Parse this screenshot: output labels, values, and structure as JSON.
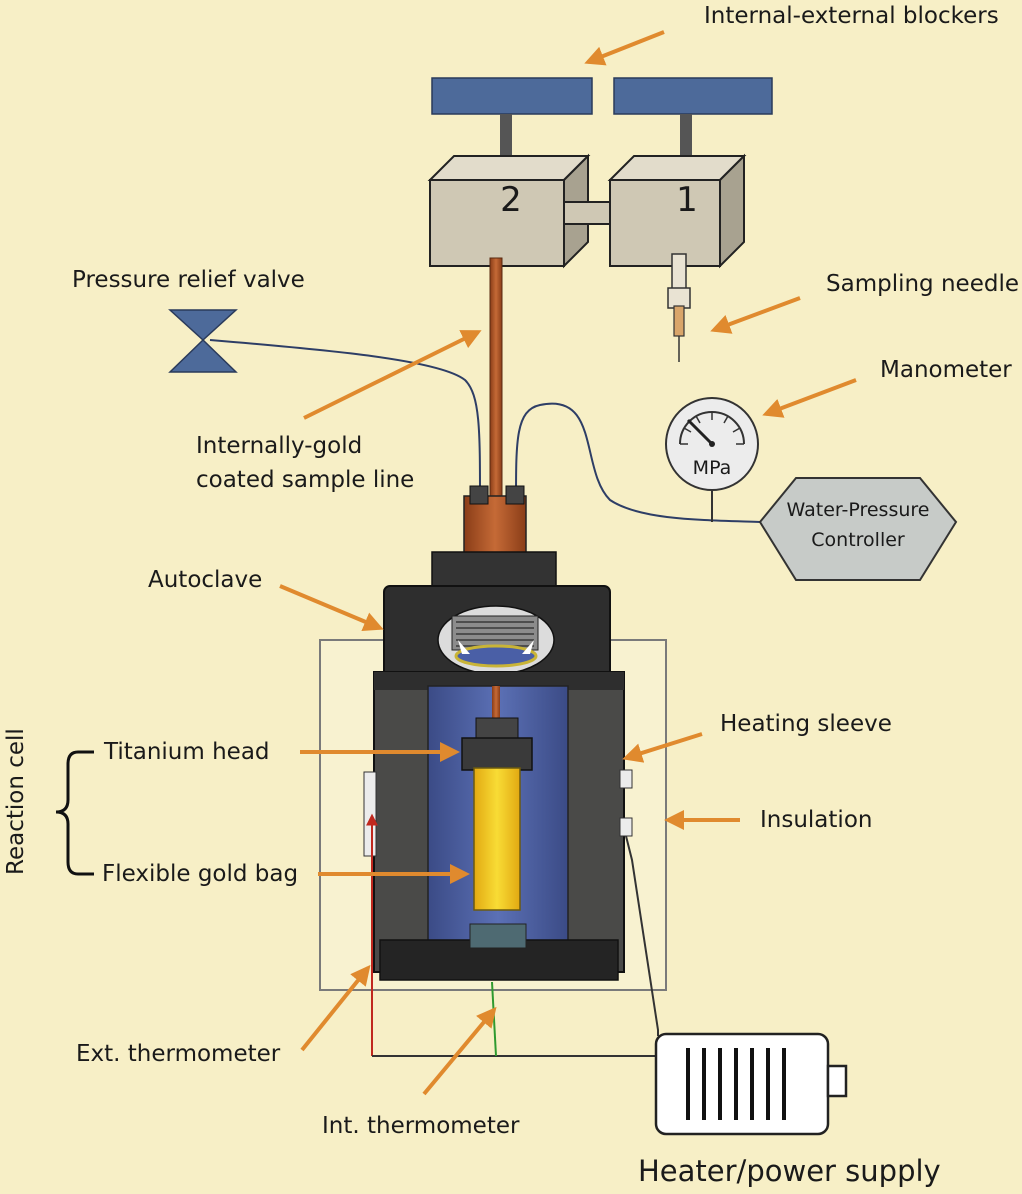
{
  "labels": {
    "blockers": "Internal-external blockers",
    "box2": "2",
    "box1": "1",
    "relief_valve": "Pressure relief valve",
    "sampling_needle": "Sampling needle",
    "manometer": "Manometer",
    "manometer_unit": "MPa",
    "sample_line_1": "Internally-gold",
    "sample_line_2": "coated sample line",
    "controller_1": "Water-Pressure",
    "controller_2": "Controller",
    "autoclave": "Autoclave",
    "heating_sleeve": "Heating sleeve",
    "reaction_cell": "Reaction cell",
    "titanium_head": "Titanium head",
    "insulation": "Insulation",
    "gold_bag": "Flexible gold bag",
    "ext_thermometer": "Ext. thermometer",
    "int_thermometer": "Int. thermometer",
    "heater": "Heater/power supply"
  },
  "colors": {
    "background": "#f7efc6",
    "arrow": "#e08a2e",
    "blocker_blue": "#4d6a9a",
    "valve_box": "#cfc8b4",
    "autoclave_dark": "#2e2e2e",
    "inner_blue": "#4a5fa6",
    "gold": "#f0c419",
    "sample_line": "#b0562a"
  },
  "icons": [
    "arrow-icon",
    "valve-icon",
    "gauge-icon",
    "heater-icon"
  ]
}
